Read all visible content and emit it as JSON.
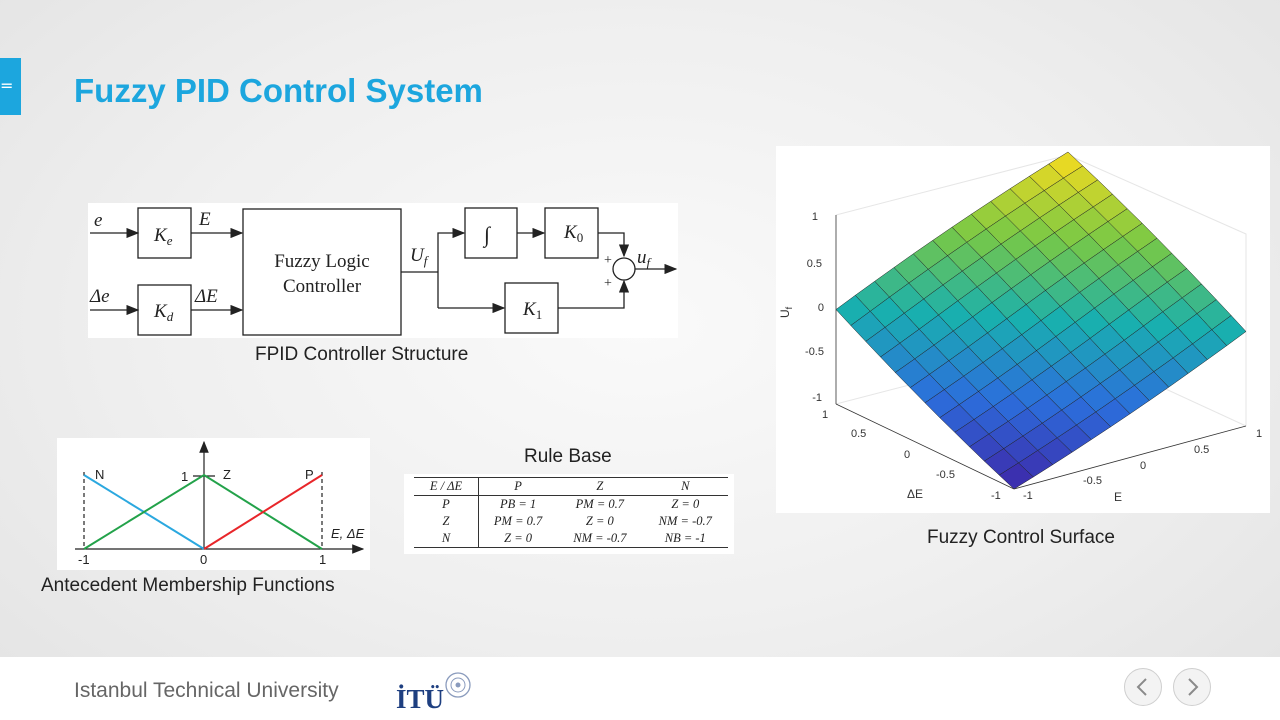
{
  "menu": {
    "icon": "hamburger-icon",
    "glyph": "="
  },
  "title": "Fuzzy PID Control System",
  "structure": {
    "caption": "FPID Controller Structure",
    "in_e": "e",
    "in_de": "Δe",
    "gain_e": "K",
    "gain_e_sub": "e",
    "gain_d": "K",
    "gain_d_sub": "d",
    "sig_E": "E",
    "sig_dE": "ΔE",
    "flc_line1": "Fuzzy Logic",
    "flc_line2": "Controller",
    "uf": "U",
    "uf_sub": "f",
    "integ": "∫",
    "k0": "K",
    "k0_sub": "0",
    "k1": "K",
    "k1_sub": "1",
    "out": "u",
    "out_sub": "f",
    "plus": "+"
  },
  "membership": {
    "caption": "Antecedent Membership Functions",
    "labels": [
      "N",
      "Z",
      "P"
    ],
    "peak": "1",
    "ticks": [
      "-1",
      "0",
      "1"
    ],
    "axis": "E, ΔE",
    "colors": {
      "N": "#2ba8df",
      "Z": "#23a24a",
      "P": "#e8262a"
    }
  },
  "rulebase": {
    "caption": "Rule Base",
    "header": [
      "E / ΔE",
      "P",
      "Z",
      "N"
    ],
    "rows": [
      [
        "P",
        "PB = 1",
        "PM = 0.7",
        "Z = 0"
      ],
      [
        "Z",
        "PM = 0.7",
        "Z = 0",
        "NM = -0.7"
      ],
      [
        "N",
        "Z = 0",
        "NM = -0.7",
        "NB = -1"
      ]
    ]
  },
  "surface": {
    "caption": "Fuzzy Control Surface",
    "zlabel": "U",
    "zlabel_sub": "f",
    "xlabel": "E",
    "ylabel": "ΔE",
    "zticks": [
      "1",
      "0.5",
      "0",
      "-0.5",
      "-1"
    ],
    "xticks": [
      "-1",
      "-0.5",
      "0",
      "0.5",
      "1"
    ],
    "yticks": [
      "1",
      "0.5",
      "0",
      "-0.5",
      "-1"
    ]
  },
  "footer": {
    "university": "Istanbul Technical University",
    "logo_text": "İTÜ"
  },
  "nav": {
    "prev": "‹",
    "next": "›"
  }
}
